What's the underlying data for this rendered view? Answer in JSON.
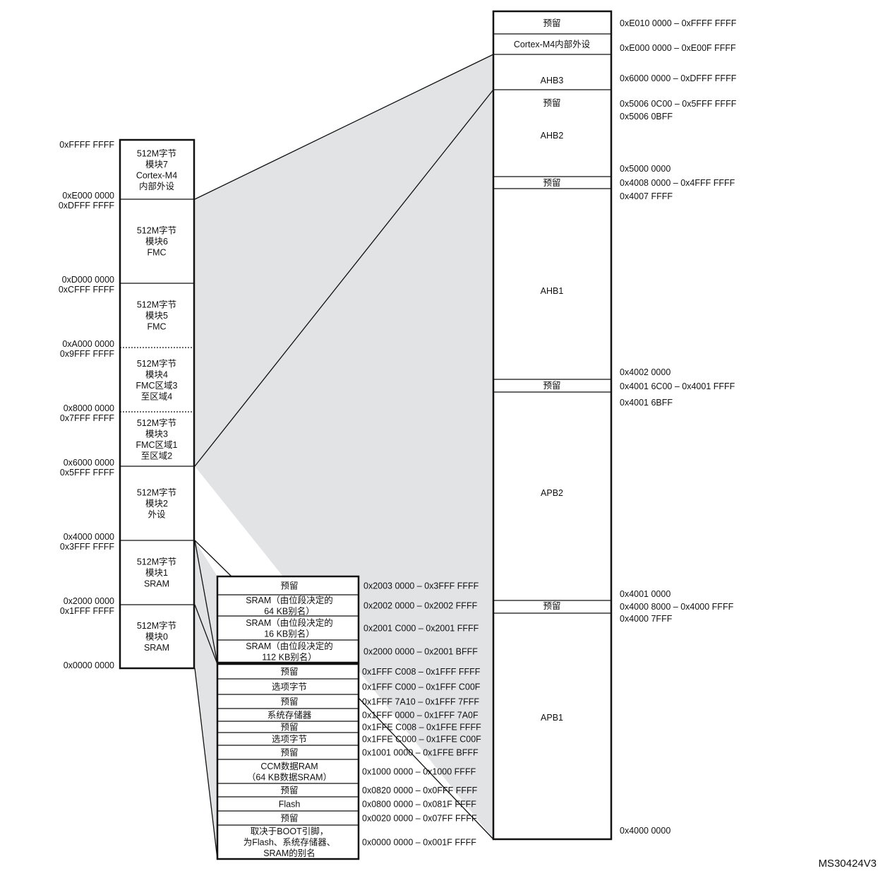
{
  "figure_id": "MS30424V3",
  "left_map": {
    "blocks": [
      {
        "lines": [
          "512M字节",
          "模块7",
          "Cortex-M4",
          "内部外设"
        ]
      },
      {
        "lines": [
          "512M字节",
          "模块6",
          "FMC"
        ]
      },
      {
        "lines": [
          "512M字节",
          "模块5",
          "FMC"
        ]
      },
      {
        "lines": [
          "512M字节",
          "模块4",
          "FMC区域3",
          "至区域4"
        ]
      },
      {
        "lines": [
          "512M字节",
          "模块3",
          "FMC区域1",
          "至区域2"
        ]
      },
      {
        "lines": [
          "512M字节",
          "模块2",
          "外设"
        ]
      },
      {
        "lines": [
          "512M字节",
          "模块1",
          "SRAM"
        ]
      },
      {
        "lines": [
          "512M字节",
          "模块0",
          "SRAM"
        ]
      }
    ],
    "addresses": [
      {
        "top": "0xFFFF FFFF"
      },
      {
        "bottom": "0xE000 0000",
        "top": "0xDFFF FFFF"
      },
      {
        "bottom": "0xD000 0000",
        "top": "0xCFFF FFFF"
      },
      {
        "bottom": "0xA000 0000",
        "top": "0x9FFF FFFF"
      },
      {
        "bottom": "0x8000 0000",
        "top": "0x7FFF FFFF"
      },
      {
        "bottom": "0x6000 0000",
        "top": "0x5FFF FFFF"
      },
      {
        "bottom": "0x4000 0000",
        "top": "0x3FFF FFFF"
      },
      {
        "bottom": "0x2000 0000",
        "top": "0x1FFF FFFF"
      },
      {
        "bottom": "0x0000 0000"
      }
    ]
  },
  "sram_map": {
    "rows": [
      {
        "lines": [
          "预留"
        ],
        "addr": "0x2003 0000 – 0x3FFF FFFF"
      },
      {
        "lines": [
          "SRAM（由位段决定的",
          "64 KB别名）"
        ],
        "addr": "0x2002 0000 – 0x2002 FFFF"
      },
      {
        "lines": [
          "SRAM（由位段决定的",
          "16 KB别名）"
        ],
        "addr": "0x2001 C000 – 0x2001 FFFF"
      },
      {
        "lines": [
          "SRAM（由位段决定的",
          "112 KB别名）"
        ],
        "addr": "0x2000 0000 – 0x2001 BFFF"
      }
    ]
  },
  "code_map": {
    "rows": [
      {
        "lines": [
          "预留"
        ],
        "addr": "0x1FFF C008 – 0x1FFF FFFF"
      },
      {
        "lines": [
          "选项字节"
        ],
        "addr": "0x1FFF C000 – 0x1FFF C00F"
      },
      {
        "lines": [
          "预留"
        ],
        "addr": "0x1FFF 7A10 – 0x1FFF 7FFF"
      },
      {
        "lines": [
          "系统存储器"
        ],
        "addr": "0x1FFF 0000 – 0x1FFF 7A0F"
      },
      {
        "lines": [
          "预留"
        ],
        "addr": "0x1FFE C008 – 0x1FFE FFFF"
      },
      {
        "lines": [
          "选项字节"
        ],
        "addr": "0x1FFE C000 – 0x1FFE C00F"
      },
      {
        "lines": [
          "预留"
        ],
        "addr": "0x1001 0000 – 0x1FFE BFFF"
      },
      {
        "lines": [
          "CCM数据RAM",
          "（64 KB数据SRAM）"
        ],
        "addr": "0x1000 0000 – 0x1000 FFFF"
      },
      {
        "lines": [
          "预留"
        ],
        "addr": "0x0820 0000 – 0x0FFF FFFF"
      },
      {
        "lines": [
          "Flash"
        ],
        "addr": "0x0800 0000 – 0x081F FFFF"
      },
      {
        "lines": [
          "预留"
        ],
        "addr": "0x0020 0000 – 0x07FF FFFF"
      },
      {
        "lines": [
          "取决于BOOT引脚，",
          "为Flash、系统存储器、",
          "SRAM的别名"
        ],
        "addr": "0x0000 0000 – 0x001F FFFF"
      }
    ]
  },
  "periph_map": {
    "rows": [
      {
        "label": "预留"
      },
      {
        "label": "Cortex-M4内部外设"
      },
      {
        "label": "AHB3"
      },
      {
        "label": "预留"
      },
      {
        "label": "AHB2"
      },
      {
        "label": "预留"
      },
      {
        "label": "AHB1"
      },
      {
        "label": "预留"
      },
      {
        "label": "APB2"
      },
      {
        "label": "预留"
      },
      {
        "label": "APB1"
      }
    ],
    "addresses": [
      "0xE010 0000 – 0xFFFF FFFF",
      "0xE000 0000 – 0xE00F FFFF",
      "0x6000 0000 – 0xDFFF FFFF",
      "0x5006 0C00 – 0x5FFF FFFF",
      "0x5006 0BFF",
      "0x5000 0000",
      "0x4008 0000 – 0x4FFF FFFF",
      "0x4007 FFFF",
      "0x4002 0000",
      "0x4001 6C00 – 0x4001 FFFF",
      "0x4001 6BFF",
      "0x4001 0000",
      "0x4000 8000 – 0x4000 FFFF",
      "0x4000 7FFF",
      "0x4000 0000"
    ]
  }
}
